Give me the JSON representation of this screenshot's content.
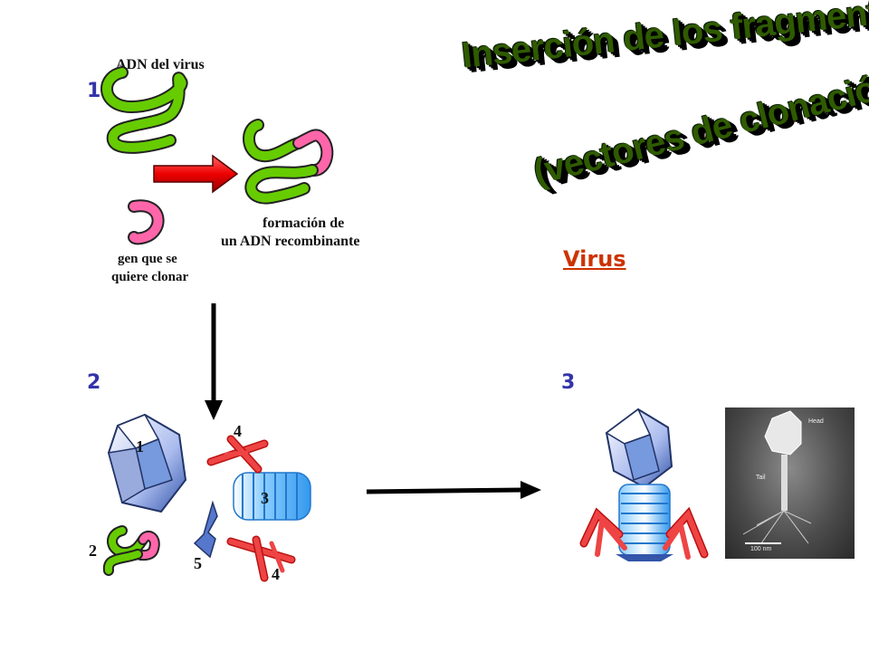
{
  "title": {
    "line1": "Inserción de los fragmentos de ADN",
    "line2": "(vectores de clonación)"
  },
  "virus_label": "Virus",
  "steps": {
    "s1": "1",
    "s2": "2",
    "s3": "3"
  },
  "panel1": {
    "dna_label": "ADN del virus",
    "gene_label_1": "gen que se",
    "gene_label_2": "quiere clonar",
    "result_label_1": "formación de",
    "result_label_2": "un ADN recombinante"
  },
  "panel2": {
    "p1": "1",
    "p2": "2",
    "p3": "3",
    "p4a": "4",
    "p4b": "4",
    "p5": "5"
  },
  "micrograph": {
    "head": "Head",
    "tail": "Tail",
    "scale": "100 nm"
  },
  "colors": {
    "dna": "#66cc00",
    "gene": "#ff66aa",
    "arrow_red": "#ee0000",
    "tail": "#ee3333",
    "capsid": "#5577cc"
  }
}
